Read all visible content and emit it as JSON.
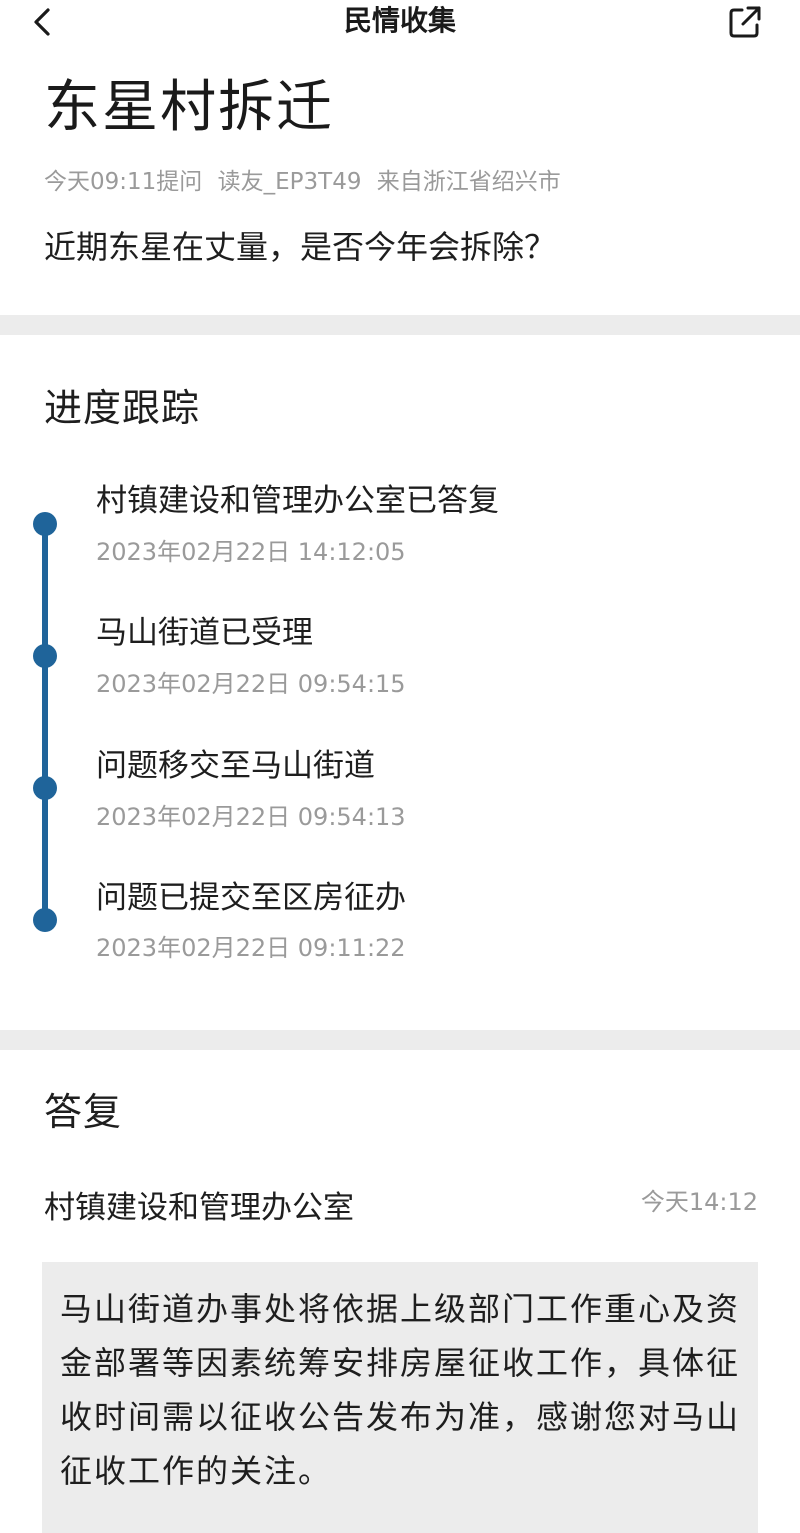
{
  "nav": {
    "title": "民情收集",
    "back_icon": "chevron-left-icon",
    "share_icon": "share-external-icon"
  },
  "question": {
    "title": "东星村拆迁",
    "meta_time": "今天09:11提问",
    "meta_user": "读友_EP3T49",
    "meta_location": "来自浙江省绍兴市",
    "body": "近期东星在丈量，是否今年会拆除？"
  },
  "progress": {
    "heading": "进度跟踪",
    "accent_color": "#1f649a",
    "items": [
      {
        "title": "村镇建设和管理办公室已答复",
        "time": "2023年02月22日 14:12:05"
      },
      {
        "title": "马山街道已受理",
        "time": "2023年02月22日 09:54:15"
      },
      {
        "title": "问题移交至马山街道",
        "time": "2023年02月22日 09:54:13"
      },
      {
        "title": "问题已提交至区房征办",
        "time": "2023年02月22日 09:11:22"
      }
    ]
  },
  "reply": {
    "heading": "答复",
    "org": "村镇建设和管理办公室",
    "time": "今天14:12",
    "content": "马山街道办事处将依据上级部门工作重心及资金部署等因素统筹安排房屋征收工作，具体征收时间需以征收公告发布为准，感谢您对马山征收工作的关注。"
  }
}
